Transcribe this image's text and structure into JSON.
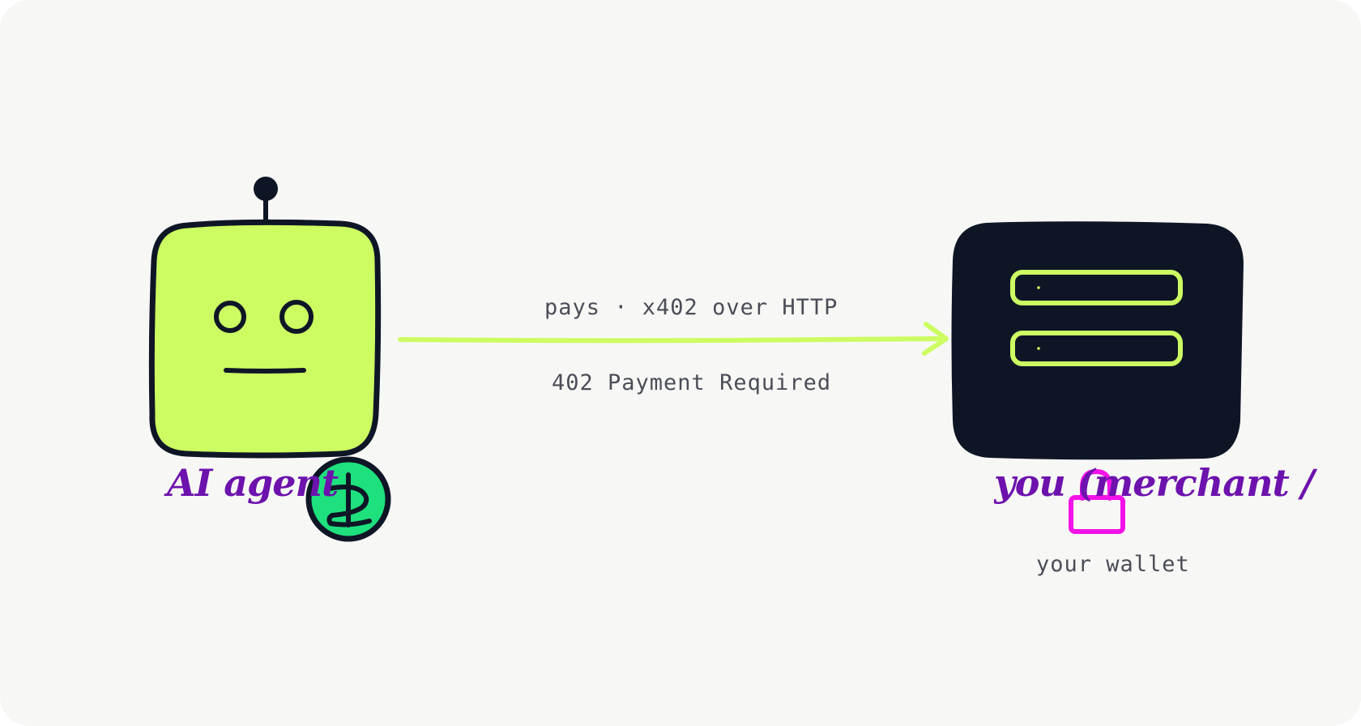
{
  "nodes": {
    "agent": {
      "label": "AI agent"
    },
    "merchant": {
      "label": "you (merchant / API"
    }
  },
  "edges": {
    "request": {
      "label": "pays · x402 over HTTP"
    },
    "response": {
      "label": "402 Payment Required"
    }
  },
  "wallet": {
    "label": "your wallet"
  },
  "colors": {
    "background": "#f7f7f5",
    "lime": "#ccfc62",
    "ink": "#0e1626",
    "coin": "#1ee07d",
    "label_purple": "#6d12ad",
    "lock_magenta": "#f312e8",
    "text_gray": "#4a4d57"
  },
  "icons": {
    "agent": "robot-icon",
    "coin": "coin-icon",
    "server": "server-icon",
    "lock": "lock-icon"
  }
}
